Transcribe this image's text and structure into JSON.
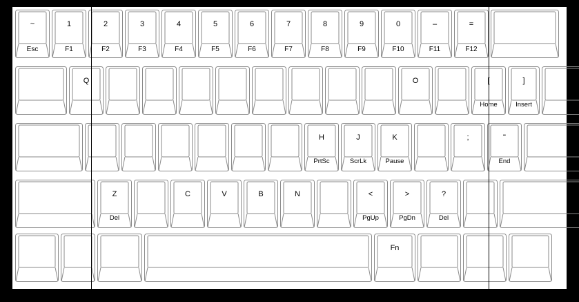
{
  "keyboard": {
    "rows": [
      [
        {
          "top": "~",
          "bottom": "Esc"
        },
        {
          "top": "1",
          "bottom": "F1"
        },
        {
          "top": "2",
          "bottom": "F2"
        },
        {
          "top": "3",
          "bottom": "F3"
        },
        {
          "top": "4",
          "bottom": "F4"
        },
        {
          "top": "5",
          "bottom": "F5"
        },
        {
          "top": "6",
          "bottom": "F6"
        },
        {
          "top": "7",
          "bottom": "F7"
        },
        {
          "top": "8",
          "bottom": "F8"
        },
        {
          "top": "9",
          "bottom": "F9"
        },
        {
          "top": "0",
          "bottom": "F10"
        },
        {
          "top": "–",
          "bottom": "F11"
        },
        {
          "top": "=",
          "bottom": "F12"
        },
        {
          "top": "",
          "bottom": ""
        }
      ],
      [
        {
          "top": "",
          "bottom": ""
        },
        {
          "top": "Q",
          "bottom": "",
          "icon": "window-icon"
        },
        {
          "top": "",
          "bottom": ""
        },
        {
          "top": "",
          "bottom": ""
        },
        {
          "top": "",
          "bottom": ""
        },
        {
          "top": "",
          "bottom": ""
        },
        {
          "top": "",
          "bottom": ""
        },
        {
          "top": "",
          "bottom": ""
        },
        {
          "top": "",
          "bottom": ""
        },
        {
          "top": "",
          "bottom": ""
        },
        {
          "top": "O",
          "bottom": "",
          "icon": "calculator-icon"
        },
        {
          "top": "",
          "bottom": ""
        },
        {
          "top": "[",
          "bottom": "Home"
        },
        {
          "top": "]",
          "bottom": "Insert"
        },
        {
          "top": "",
          "bottom": ""
        }
      ],
      [
        {
          "top": "",
          "bottom": ""
        },
        {
          "top": "",
          "bottom": ""
        },
        {
          "top": "",
          "bottom": ""
        },
        {
          "top": "",
          "bottom": ""
        },
        {
          "top": "",
          "bottom": "",
          "icon": "home-bump-icon"
        },
        {
          "top": "",
          "bottom": ""
        },
        {
          "top": "",
          "bottom": ""
        },
        {
          "top": "H",
          "bottom": "PrtSc"
        },
        {
          "top": "J",
          "bottom": "ScrLk",
          "icon": "home-bump-icon"
        },
        {
          "top": "K",
          "bottom": "Pause"
        },
        {
          "top": "",
          "bottom": ""
        },
        {
          "top": ";",
          "bottom": "",
          "icon": "dashboard-icon"
        },
        {
          "top": "\"",
          "bottom": "End"
        },
        {
          "top": "",
          "bottom": ""
        }
      ],
      [
        {
          "top": "",
          "bottom": ""
        },
        {
          "top": "Z",
          "bottom": "Del"
        },
        {
          "top": "",
          "bottom": ""
        },
        {
          "top": "C",
          "bottom": "",
          "icon": "media-select-icon"
        },
        {
          "top": "V",
          "bottom": "",
          "icon": "mute-icon"
        },
        {
          "top": "B",
          "bottom": "",
          "icon": "volume-up-icon"
        },
        {
          "top": "N",
          "bottom": "",
          "icon": "volume-down-icon"
        },
        {
          "top": "",
          "bottom": ""
        },
        {
          "top": "<",
          "bottom": "PgUp"
        },
        {
          "top": ">",
          "bottom": "PgDn"
        },
        {
          "top": "?",
          "bottom": "Del"
        },
        {
          "top": "",
          "bottom": "",
          "icon": "arrow-up-icon"
        },
        {
          "top": "",
          "bottom": ""
        }
      ],
      [
        {
          "top": "",
          "bottom": ""
        },
        {
          "top": "",
          "bottom": "",
          "icon": "windows-logo-icon"
        },
        {
          "top": "",
          "bottom": ""
        },
        {
          "top": "",
          "bottom": "",
          "icon": "small-square-icon"
        },
        {
          "top": "Fn",
          "bottom": "",
          "icon": "filled-outlined-squares-icon"
        },
        {
          "top": "",
          "bottom": "",
          "icon": "arrow-left-icon"
        },
        {
          "top": "",
          "bottom": "",
          "icon": "arrow-down-icon"
        },
        {
          "top": "",
          "bottom": "",
          "icon": "arrow-right-icon"
        }
      ]
    ]
  }
}
